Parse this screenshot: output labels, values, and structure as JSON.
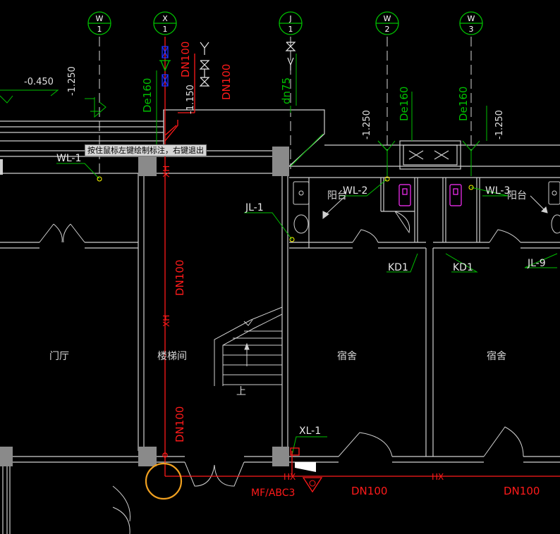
{
  "axes": [
    {
      "top": "W",
      "bottom": "1"
    },
    {
      "top": "X",
      "bottom": "1"
    },
    {
      "top": "J",
      "bottom": "1"
    },
    {
      "top": "W",
      "bottom": "2"
    },
    {
      "top": "W",
      "bottom": "3"
    }
  ],
  "pipe_labels": {
    "de160_a": "De160",
    "dn100_r1": "DN100",
    "dn100_r2": "DN100",
    "level_1250_a": "-1.250",
    "level_0450": "-0.450",
    "level_1150": "-1.150",
    "dn75": "dn75",
    "level_1250_b": "-1.250",
    "de160_b": "De160",
    "de160_c": "De160",
    "level_1250_c": "-1.250",
    "xh_1": "XH",
    "xh_2": "XH",
    "dn100_v1": "DN100",
    "dn100_v2": "DN100",
    "hx_1": "HX",
    "hx_2": "HX",
    "dn100_h1": "DN100",
    "dn100_h2": "DN100"
  },
  "tags": {
    "wl1": "WL-1",
    "wl2": "WL-2",
    "wl3": "WL-3",
    "jl1": "JL-1",
    "jl9": "JL-9",
    "kd1_a": "KD1",
    "kd1_b": "KD1",
    "xl1": "XL-1",
    "mf": "MF/ABC3"
  },
  "rooms": {
    "lobby": "门厅",
    "stair": "楼梯间",
    "dorm1": "宿舍",
    "dorm2": "宿舍",
    "balcony1": "阳台",
    "balcony2": "阳台",
    "up": "上"
  },
  "tooltip": "按住鼠标左键绘制标注，右键退出",
  "colors": {
    "background": "#000000",
    "wall": "#d0d0d0",
    "axis": "#00c000",
    "label_green": "#00c000",
    "pipe_red": "#ff1a1a",
    "valve_blue": "#2030ff",
    "fixture_magenta": "#ff30ff",
    "column_gray": "#808080",
    "highlight_circle": "#f0a020"
  }
}
